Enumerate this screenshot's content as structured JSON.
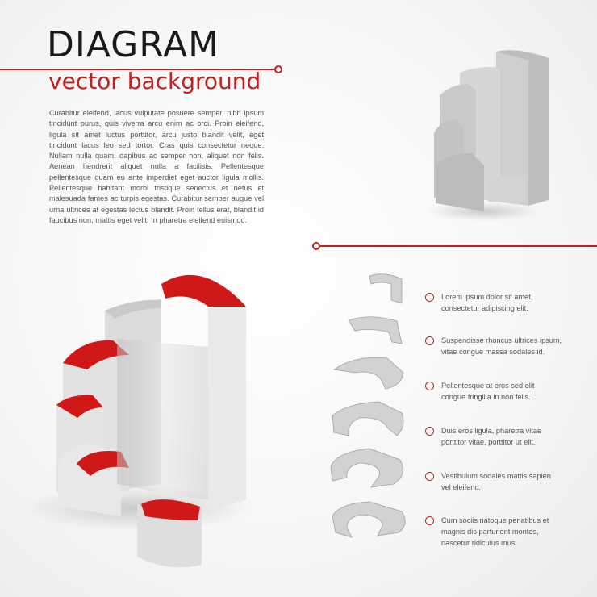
{
  "header": {
    "title": "DIAGRAM",
    "subtitle": "vector background"
  },
  "body_text": "Curabitur eleifend, lacus vulputate posuere semper, nibh ipsum tincidunt purus, quis viverra arcu enim ac orci. Proin eleifend, ligula sit amet luctus porttitor, arcu justo blandit velit, eget tincidunt lacus leo sed tortor. Cras quis consectetur neque. Nullam nulla quam, dapibus ac semper non, aliquet non felis. Aenean hendrerit aliquet nulla a facilisis. Pellentesque pellentesque quam eu ante imperdiet eget auctor ligula mollis. Pellentesque habitant morbi tristique senectus et netus et malesuada fames ac turpis egestas. Curabitur semper augue vel urna ultrices at egestas lectus blandit. Proin tellus erat, blandit id faucibus non, mattis eget velit. In pharetra eleifend euismod.",
  "list": [
    {
      "text": "Lorem ipsum dolor sit amet,\nconsectetur adipiscing elit."
    },
    {
      "text": "Suspendisse rhoncus ultrices ipsum,\nvitae congue massa sodales id."
    },
    {
      "text": " Pellentesque at eros sed elit\ncongue fringilla in non felis."
    },
    {
      "text": "Duis eros ligula, pharetra vitae\nporttitor vitae, porttitor ut elit."
    },
    {
      "text": "Vestibulum sodales mattis sapien\nvel eleifend."
    },
    {
      "text": "Cum sociis natoque penatibus et\nmagnis dis parturient montes,\nnascetur ridiculus mus."
    }
  ],
  "colors": {
    "accent": "#c41e1e",
    "title": "#1a1a1a",
    "text": "#555555",
    "shape_light": "#e4e4e4",
    "shape_mid": "#cfcfcf",
    "shape_dark": "#a8a8a8"
  }
}
